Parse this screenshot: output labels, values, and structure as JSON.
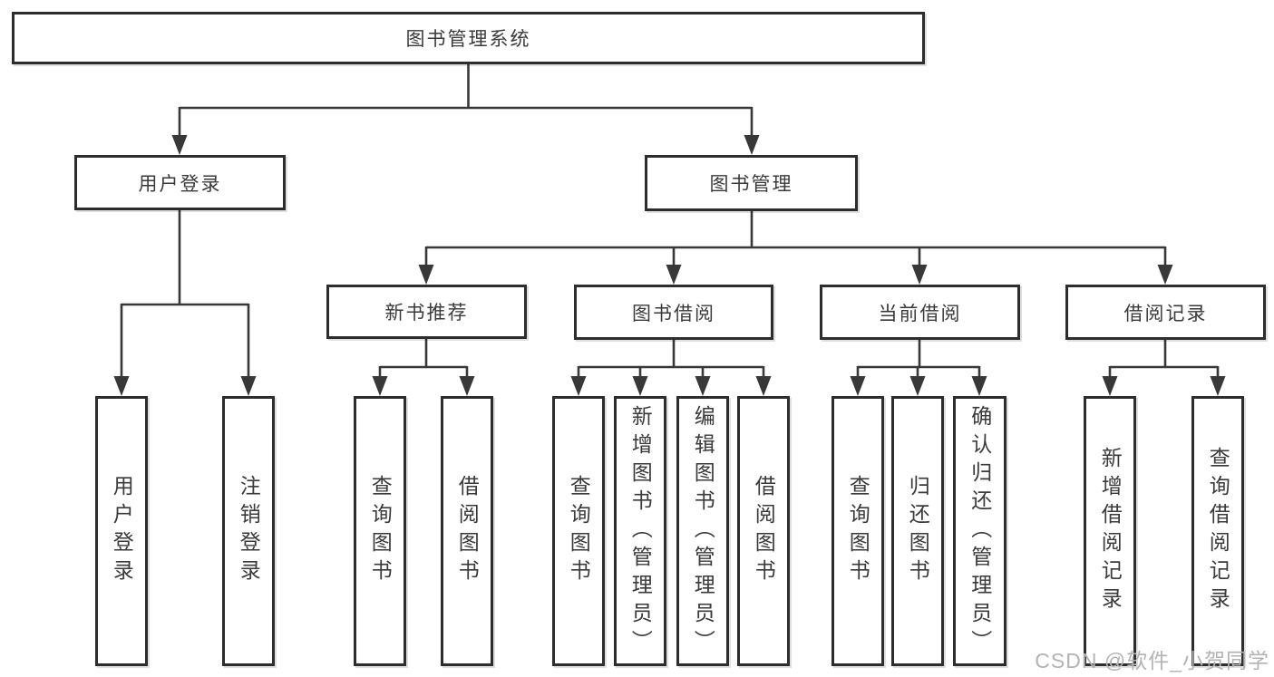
{
  "diagram": {
    "type": "tree-structure-chart",
    "title": "图书管理系统"
  },
  "colors": {
    "background": "#ffffff",
    "line": "#383838",
    "box_border": "#2d2d2d",
    "text": "#3a3a3a",
    "watermark": "#b3b3b3"
  },
  "nodes": {
    "root": {
      "label": "图书管理系统"
    },
    "level2": [
      {
        "label": "用户登录"
      },
      {
        "label": "图书管理"
      }
    ],
    "level3": [
      {
        "label": "新书推荐"
      },
      {
        "label": "图书借阅"
      },
      {
        "label": "当前借阅"
      },
      {
        "label": "借阅记录"
      }
    ],
    "leaves": {
      "user_login": [
        {
          "label": "用户登录"
        },
        {
          "label": "注销登录"
        }
      ],
      "new_book": [
        {
          "label": "查询图书"
        },
        {
          "label": "借阅图书"
        }
      ],
      "book_borrowing": [
        {
          "label": "查询图书"
        },
        {
          "label": "新增图书（管理员）"
        },
        {
          "label": "编辑图书（管理员）"
        },
        {
          "label": "借阅图书"
        }
      ],
      "current_borrowing": [
        {
          "label": "查询图书"
        },
        {
          "label": "归还图书"
        },
        {
          "label": "确认归还（管理员）"
        }
      ],
      "borrowing_records": [
        {
          "label": "新增借阅记录"
        },
        {
          "label": "查询借阅记录"
        }
      ]
    }
  },
  "watermark": {
    "text": "CSDN @软件_小贺同学"
  }
}
